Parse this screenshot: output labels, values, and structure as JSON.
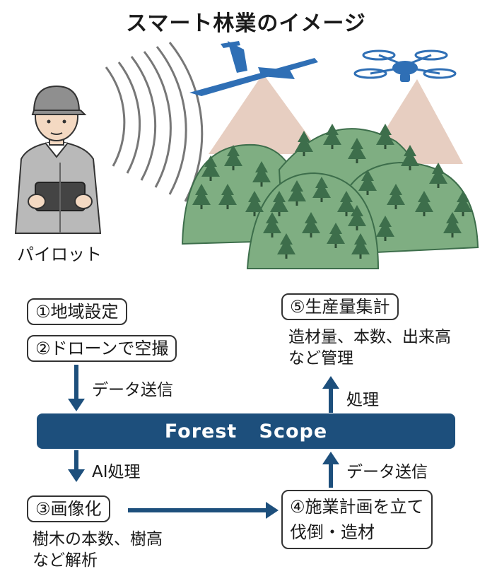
{
  "title": "スマート林業のイメージ",
  "pilot_label": "パイロット",
  "steps": {
    "s1": "①地域設定",
    "s2": "②ドローンで空撮",
    "s3": "③画像化",
    "s4": "④施業計画を立て",
    "s4_line2": "伐倒・造材",
    "s5": "⑤生産量集計"
  },
  "notes": {
    "s3_line1": "樹木の本数、樹高",
    "s3_line2": "など解析",
    "s5_line1": "造材量、本数、出来高",
    "s5_line2": "など管理"
  },
  "arrows": {
    "data_send_top": "データ送信",
    "process": "処理",
    "ai_process": "AI処理",
    "data_send_bottom": "データ送信"
  },
  "system_name": "Forest   Scope",
  "colors": {
    "navy": "#1d4f7c",
    "aircraft_blue": "#2f6fb5",
    "forest_light": "#7fae82",
    "forest_dark": "#3d6e4b",
    "beam": "#e3c6b6"
  }
}
